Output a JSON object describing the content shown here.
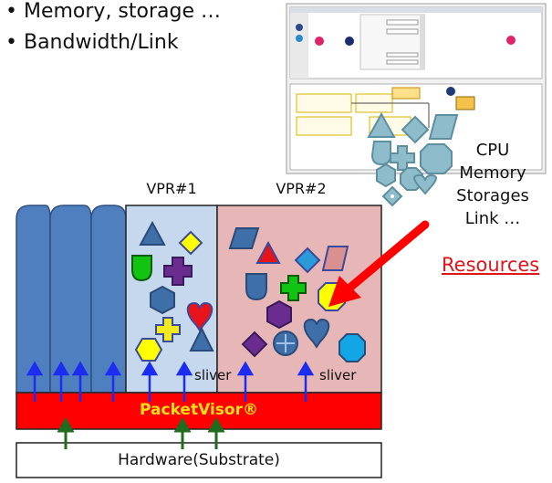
{
  "bullets": [
    "• Memory, storage …",
    "• Bandwidth/Link"
  ],
  "vpr_labels": [
    "VPR#1",
    "VPR#2"
  ],
  "sliver_labels": [
    "sliver",
    "sliver"
  ],
  "resource_list": [
    "CPU",
    "Memory",
    "Storages",
    "Link …"
  ],
  "resources_link": "Resources",
  "packetvisor_label": "PacketVisor®",
  "hardware_label": "Hardware(Substrate)",
  "colors": {
    "blue_slice": "#4f7fbf",
    "vpr1_bg": "#c6d8ee",
    "vpr2_bg": "#e7b6b6",
    "packetvisor": "#ff0000",
    "up_arrow": "#1b2df0",
    "green_arrow": "#1f6b1f",
    "pointer_arrow": "#ff0000",
    "resource_shapes": "#8fbccb"
  },
  "icons": [
    "screenshot-thumbnail",
    "triangle-icon",
    "diamond-icon",
    "circle-icon",
    "cross-icon",
    "hexagon-icon",
    "heart-icon",
    "octagon-icon",
    "teardrop-icon",
    "parallelogram-icon"
  ]
}
